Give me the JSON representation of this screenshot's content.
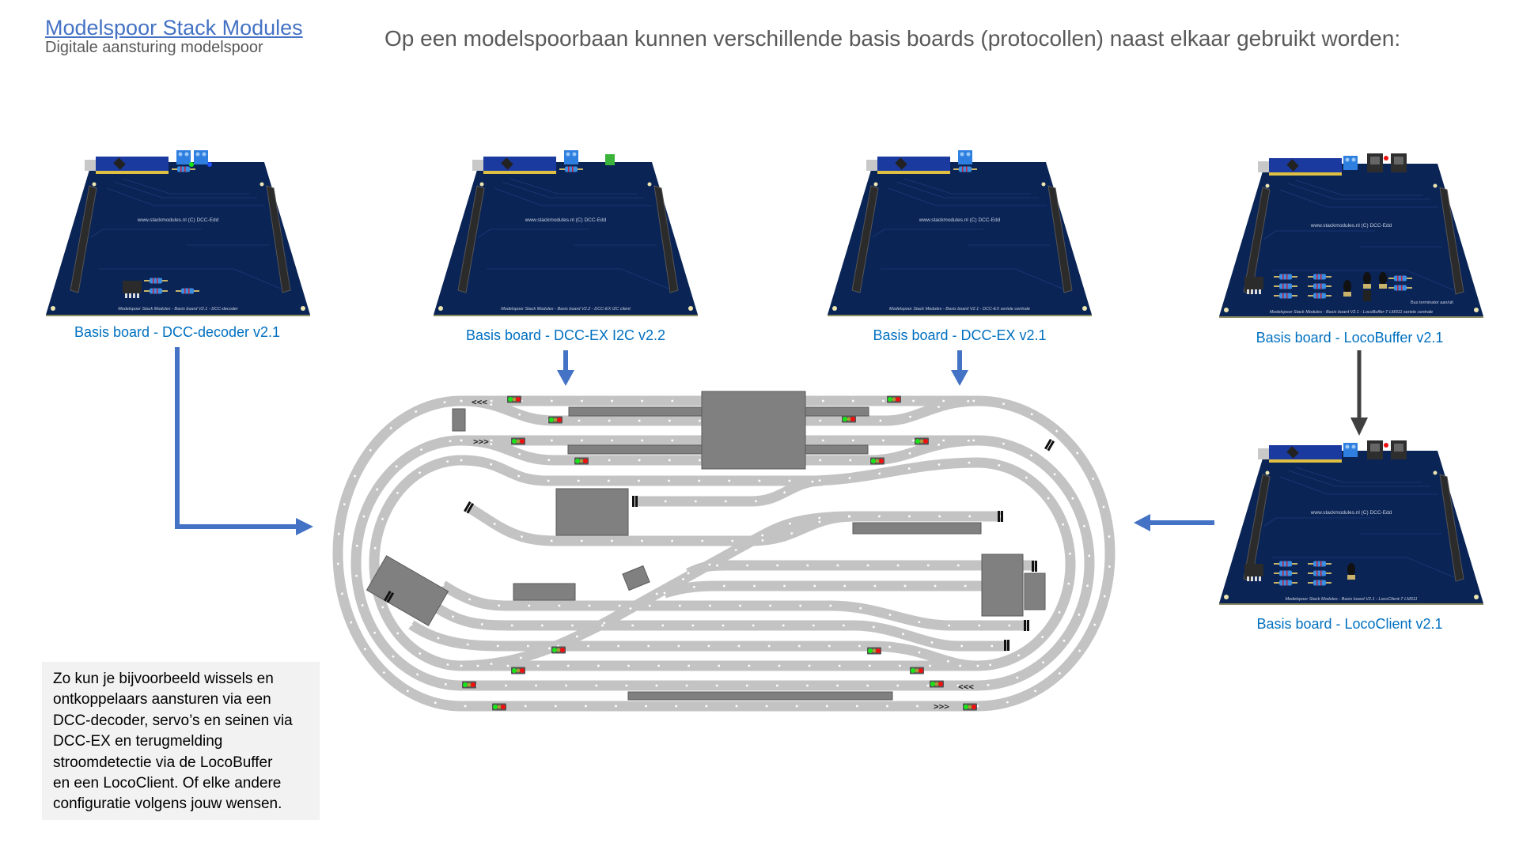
{
  "header": {
    "title": "Modelspoor Stack Modules",
    "subtitle": "Digitale aansturing modelspoor",
    "heading": "Op een modelspoorbaan kunnen verschillende basis boards (protocollen) naast elkaar gebruikt worden:"
  },
  "boards": [
    {
      "label": "Basis board - DCC-decoder v2.1",
      "web": "www.stackmodules.nl     (C) DCC-Edd",
      "footer": "Modelspoor Stack Modules - Basis board V2.1 - DCC-decoder"
    },
    {
      "label": "Basis board - DCC-EX I2C v2.2",
      "web": "www.stackmodules.nl     (C) DCC-Edd",
      "footer": "Modelspoor Stack Modules - Basis board V2.2 - DCC-EX I2C client"
    },
    {
      "label": "Basis board - DCC-EX v2.1",
      "web": "www.stackmodules.nl     (C) DCC-Edd",
      "footer": "Modelspoor Stack Modules - Basis board V2.1 - DCC-EX seriele centrale"
    },
    {
      "label": "Basis board - LocoBuffer v2.1",
      "web": "www.stackmodules.nl     (C) DCC-Edd",
      "footer": "Modelspoor Stack Modules - Basis board V2.1 - LocoBuffer-T LM311 seriele centrale",
      "extra": "Bus terminator aan/uit"
    },
    {
      "label": "Basis board - LocoClient v2.1",
      "web": "www.stackmodules.nl     (C) DCC-Edd",
      "footer": "Modelspoor Stack Modules - Basis board V2.1 - LocoClient-T LM311"
    }
  ],
  "note": {
    "lines": [
      "Zo kun je bijvoorbeeld wissels en",
      "ontkoppelaars aansturen via een",
      "DCC-decoder, servo’s en seinen via",
      "DCC-EX en terugmelding",
      "stroomdetectie via de LocoBuffer",
      "en een LocoClient. Of elke andere",
      "configuratie volgens jouw wensen."
    ]
  },
  "layout": {
    "direction_marks": [
      "<<<",
      ">>>",
      "<<<",
      ">>>"
    ]
  },
  "colors": {
    "accent": "#4472c4",
    "label": "#0070c0",
    "text": "#595959",
    "pcb": "#0a2456",
    "track": "#c3c3c3",
    "arrow_dark": "#404040"
  }
}
